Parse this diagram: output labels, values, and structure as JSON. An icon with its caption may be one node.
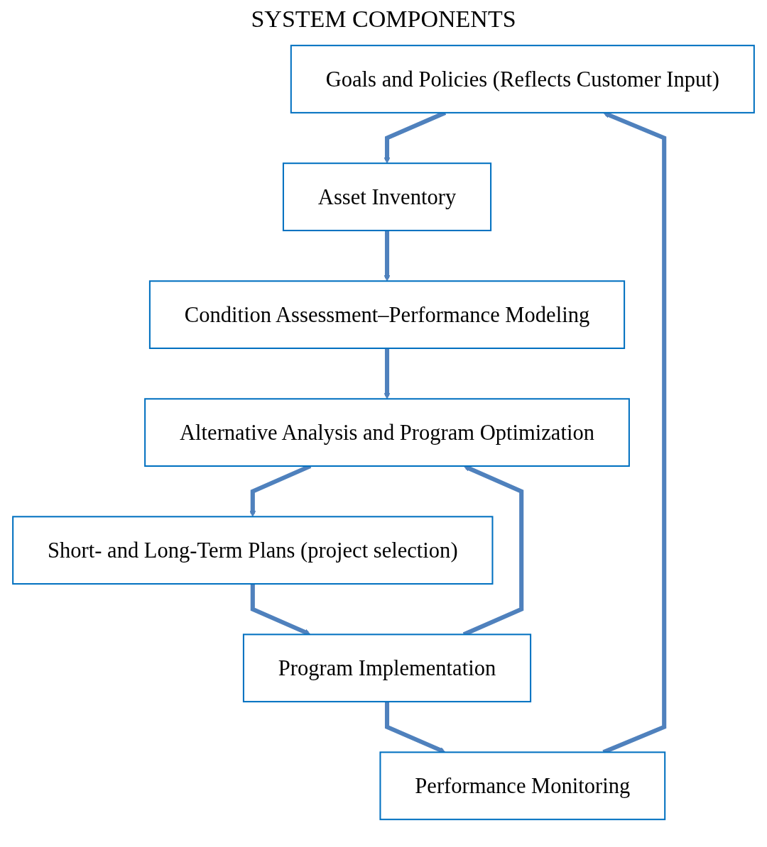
{
  "diagram": {
    "title": "SYSTEM COMPONENTS",
    "nodes": [
      {
        "text": [
          "Goals and Policies (Reflects Customer Input)"
        ]
      },
      {
        "text": [
          "Asset Inventory"
        ]
      },
      {
        "text": [
          "Condition Assessment–Performance Modeling"
        ]
      },
      {
        "text": [
          "Alternative Analysis and Program Optimization"
        ]
      },
      {
        "text": [
          "Short- and Long-Term Plans (project selection)"
        ]
      },
      {
        "text": [
          "Program Implementation"
        ]
      },
      {
        "text": [
          "Performance Monitoring"
        ]
      }
    ],
    "edges": [
      {
        "from": 0,
        "to": 1,
        "arrow": "to"
      },
      {
        "from": 1,
        "to": 2,
        "arrow": "to"
      },
      {
        "from": 2,
        "to": 3,
        "arrow": "to"
      },
      {
        "from": 3,
        "to": 4,
        "arrow": "to"
      },
      {
        "from": 4,
        "to": 5,
        "arrow": "to"
      },
      {
        "from": 5,
        "to": 6,
        "arrow": "to"
      },
      {
        "from": 5,
        "to": 3,
        "arrow": "to"
      },
      {
        "from": 6,
        "to": 0,
        "arrow": "to"
      }
    ]
  }
}
